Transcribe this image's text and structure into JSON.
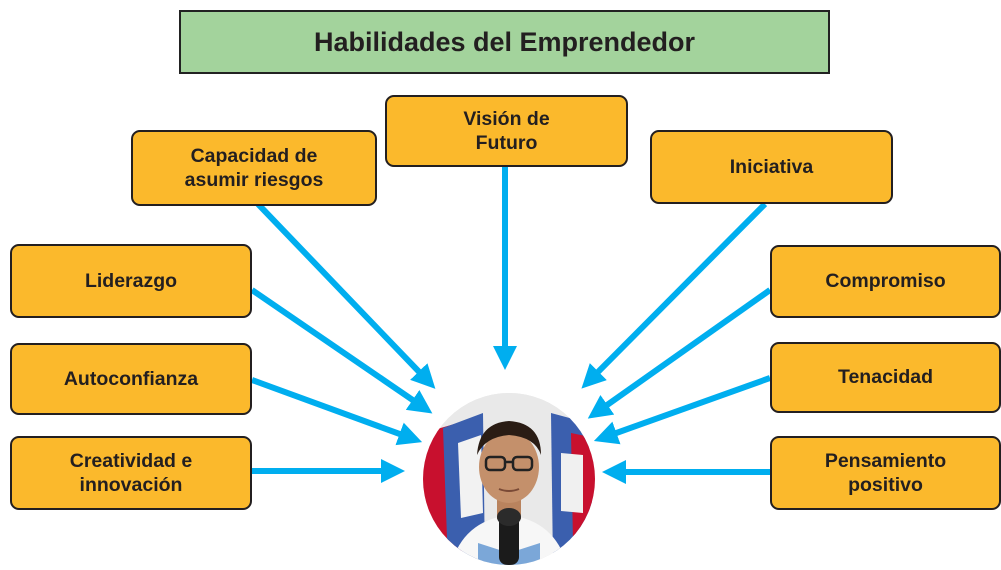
{
  "title": "Habilidades del Emprendedor",
  "skills": {
    "riesgos": "Capacidad de\nasumir riesgos",
    "vision": "Visión de\nFuturo",
    "iniciativa": "Iniciativa",
    "liderazgo": "Liderazgo",
    "compromiso": "Compromiso",
    "autoconfianza": "Autoconfianza",
    "tenacidad": "Tenacidad",
    "creatividad": "Creatividad e\ninnovación",
    "pensamiento": "Pensamiento\npositivo"
  },
  "colors": {
    "title_bg": "#a3d39c",
    "box_bg": "#fbb92c",
    "arrow": "#00aeef"
  }
}
